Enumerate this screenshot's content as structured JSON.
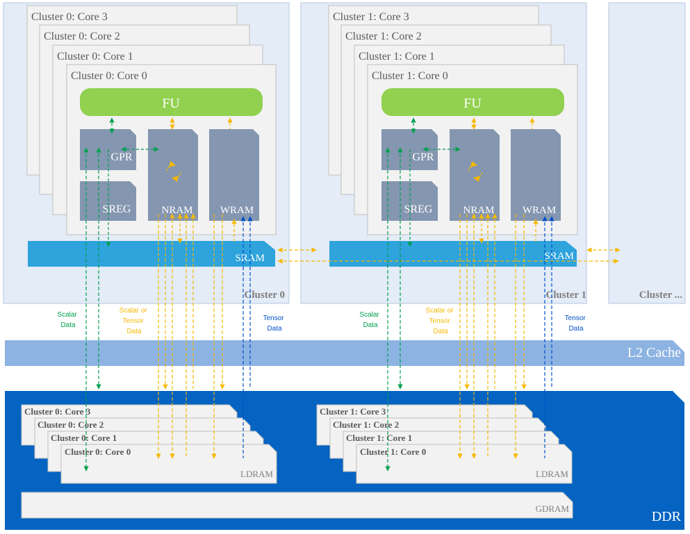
{
  "clusters": [
    {
      "label": "Cluster 0",
      "cores": [
        "Cluster 0: Core 3",
        "Cluster 0: Core 2",
        "Cluster 0: Core 1",
        "Cluster 0: Core 0"
      ],
      "fu": "FU",
      "gpr": "GPR",
      "sreg": "SREG",
      "nram": "NRAM",
      "wram": "WRAM",
      "sram": "SRAM",
      "scalar_data": [
        "Scalar",
        "Data"
      ],
      "scalar_or_tensor_data": [
        "Scalar or",
        "Tensor",
        "Data"
      ],
      "tensor_data": [
        "Tensor",
        "Data"
      ],
      "ldram_cores": [
        "Cluster 0: Core 3",
        "Cluster 0: Core 2",
        "Cluster 0: Core 1",
        "Cluster 0: Core 0"
      ],
      "ldram": "LDRAM"
    },
    {
      "label": "Cluster 1",
      "cores": [
        "Cluster 1: Core 3",
        "Cluster 1: Core 2",
        "Cluster 1: Core 1",
        "Cluster 1: Core 0"
      ],
      "fu": "FU",
      "gpr": "GPR",
      "sreg": "SREG",
      "nram": "NRAM",
      "wram": "WRAM",
      "sram": "SRAM",
      "scalar_data": [
        "Scalar",
        "Data"
      ],
      "scalar_or_tensor_data": [
        "Scalar or",
        "Tensor",
        "Data"
      ],
      "tensor_data": [
        "Tensor",
        "Data"
      ],
      "ldram_cores": [
        "Cluster 1: Core 3",
        "Cluster 1: Core 2",
        "Cluster 1: Core 1",
        "Cluster 1: Core 0"
      ],
      "ldram": "LDRAM"
    }
  ],
  "cluster_more": "Cluster ...",
  "l2_cache": "L2 Cache",
  "ddr": "DDR",
  "gdram": "GDRAM",
  "colors": {
    "cluster_bg": "#e3ecf7",
    "core_bg": "#f2f2f2",
    "fu": "#92d050",
    "register": "#8496b0",
    "sram": "#2ea3dc",
    "l2": "#8db3e2",
    "ddr": "#0563c1",
    "green_arrow": "#00a050",
    "orange_arrow": "#f5b800",
    "blue_arrow": "#0050c8"
  }
}
